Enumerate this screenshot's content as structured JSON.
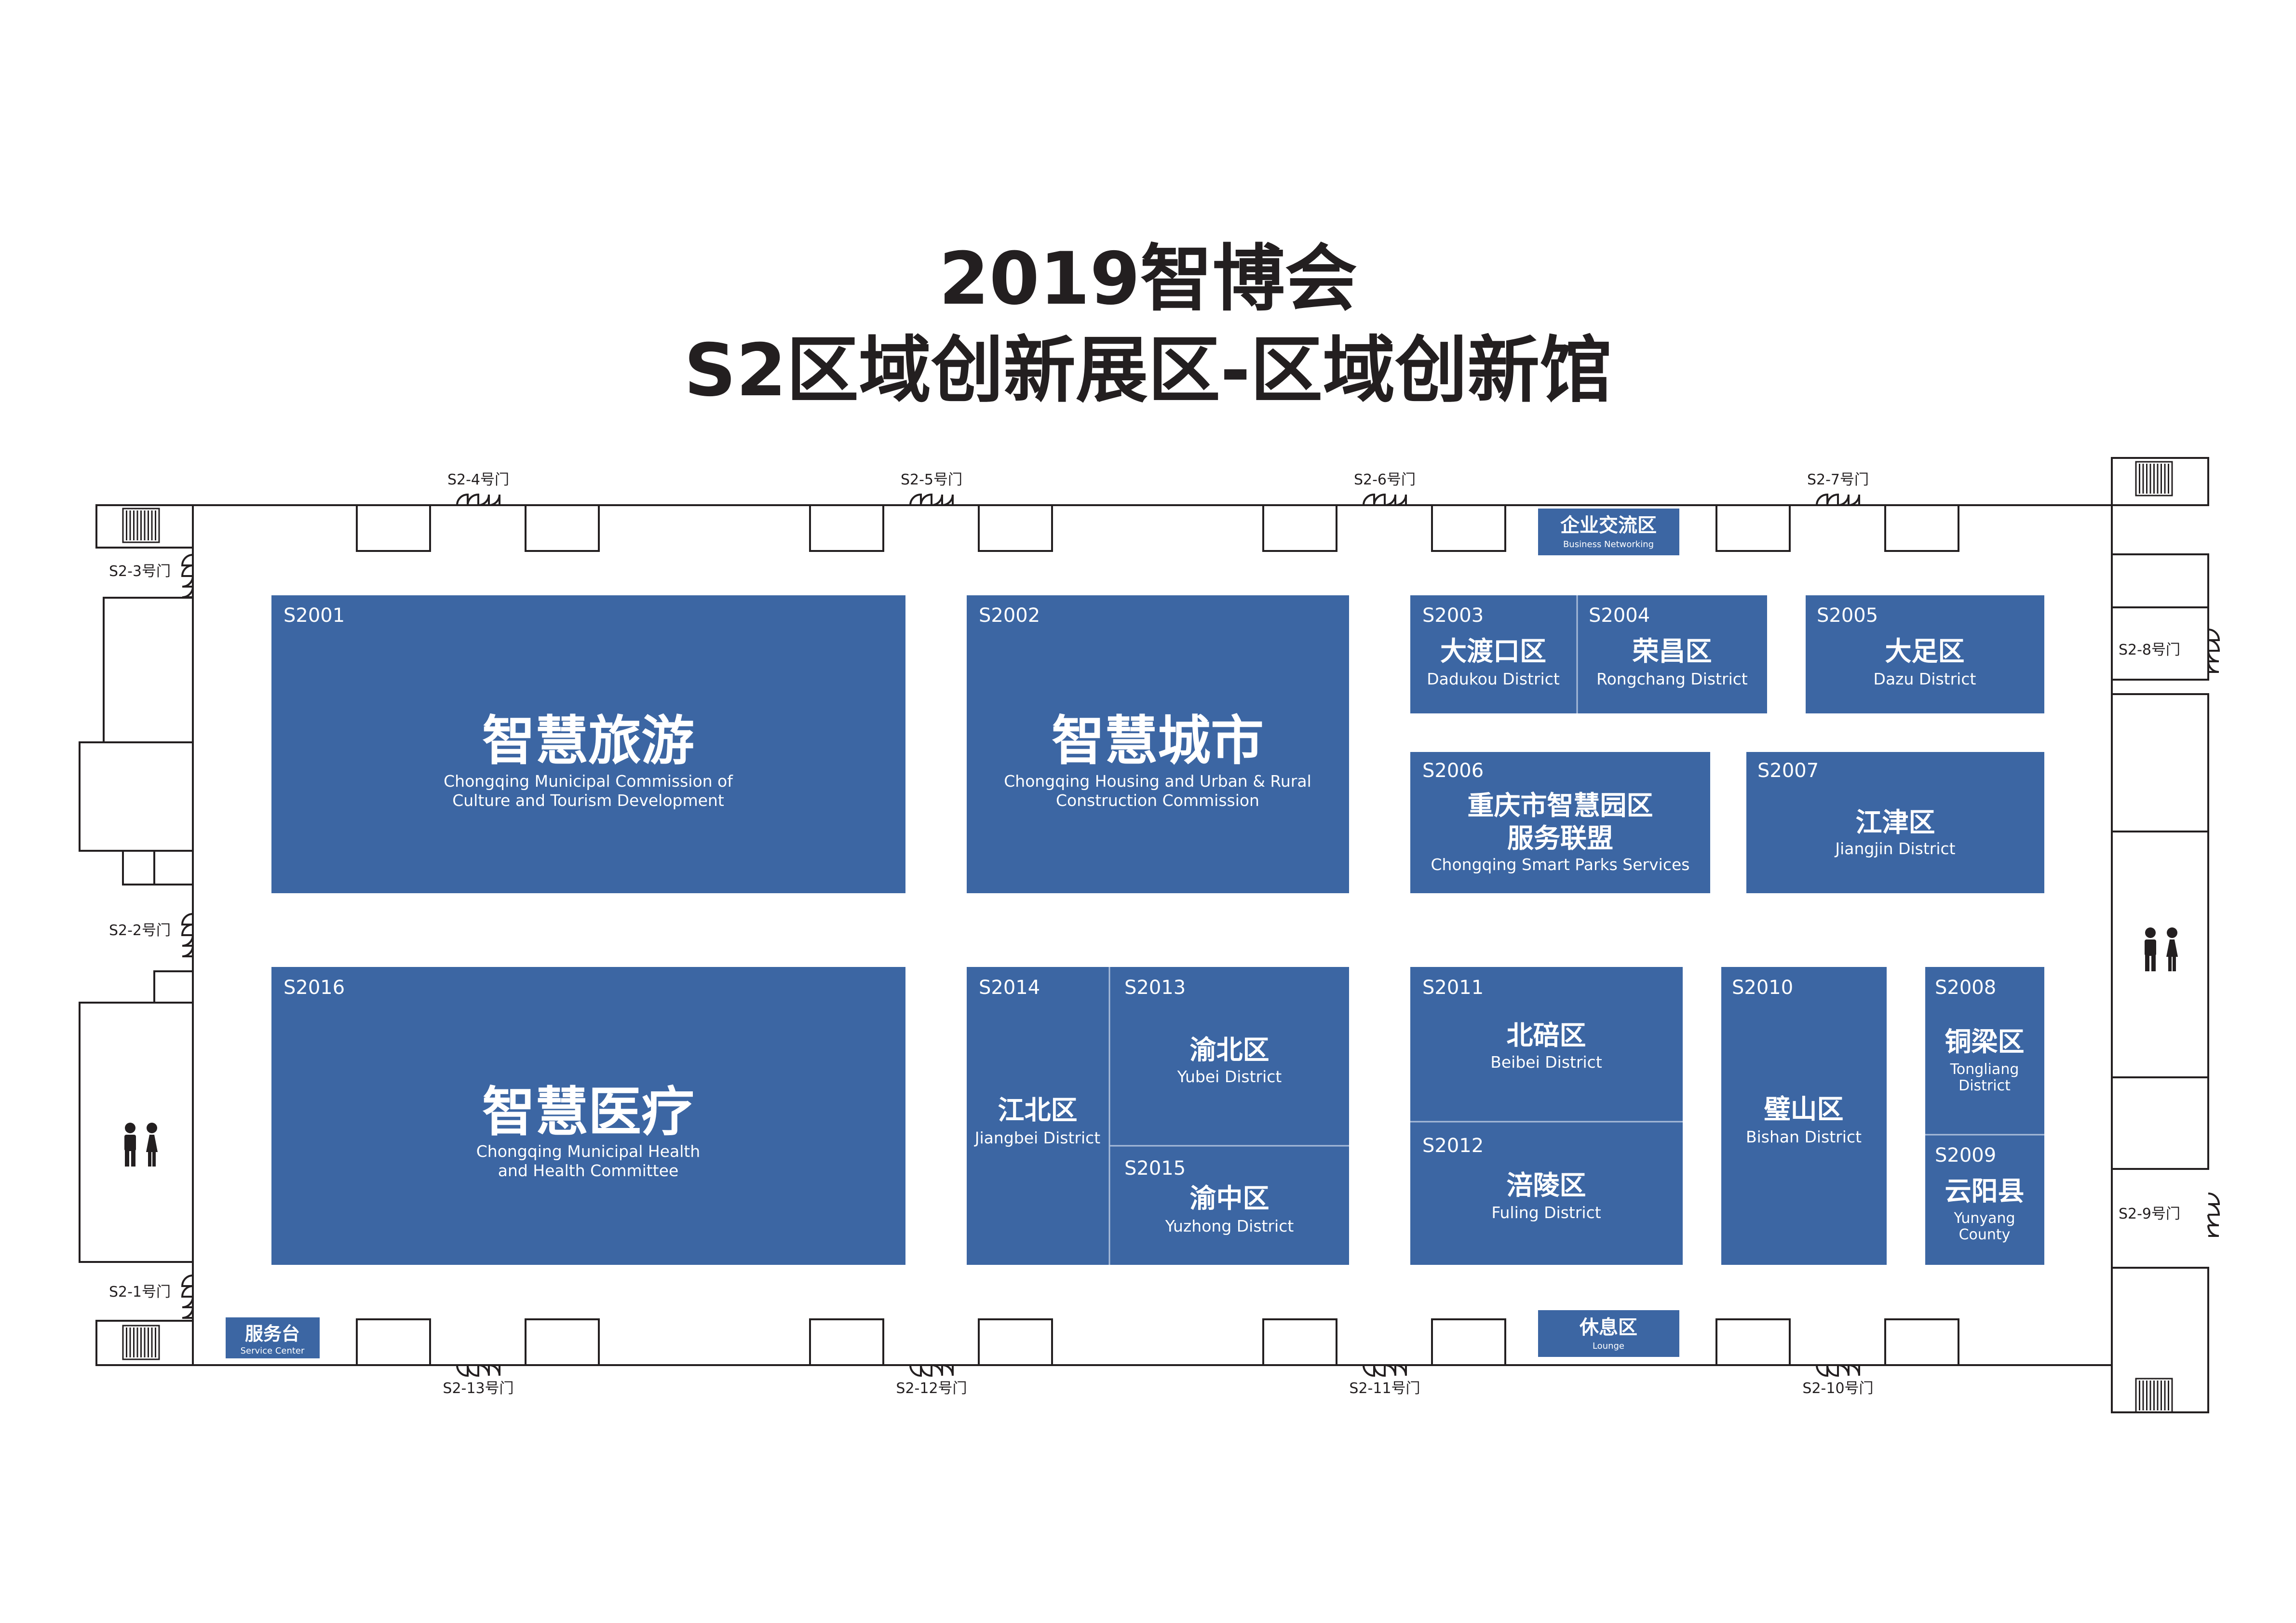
{
  "title": {
    "line1": "2019智博会",
    "line2": "S2区域创新展区-区域创新馆"
  },
  "colors": {
    "booth": "#3c66a3",
    "booth_divider": "#a9bcd9",
    "wall": "#231f20",
    "title": "#231f20",
    "text_on_booth": "#ffffff"
  },
  "booths": [
    {
      "key": "s2001",
      "code": "S2001",
      "name": "智慧旅游",
      "en": [
        "Chongqing Municipal Commission of",
        "Culture and Tourism Development"
      ]
    },
    {
      "key": "s2002",
      "code": "S2002",
      "name": "智慧城市",
      "en": [
        "Chongqing Housing and Urban & Rural",
        "Construction Commission"
      ]
    },
    {
      "key": "s2003",
      "code": "S2003",
      "name": "大渡口区",
      "en": [
        "Dadukou District"
      ]
    },
    {
      "key": "s2004",
      "code": "S2004",
      "name": "荣昌区",
      "en": [
        "Rongchang District"
      ]
    },
    {
      "key": "s2005",
      "code": "S2005",
      "name": "大足区",
      "en": [
        "Dazu District"
      ]
    },
    {
      "key": "s2006",
      "code": "S2006",
      "name": "重庆市智慧园区",
      "name2": "服务联盟",
      "en": [
        "Chongqing Smart Parks Services"
      ]
    },
    {
      "key": "s2007",
      "code": "S2007",
      "name": "江津区",
      "en": [
        "Jiangjin District"
      ]
    },
    {
      "key": "s2016",
      "code": "S2016",
      "name": "智慧医疗",
      "en": [
        "Chongqing Municipal Health",
        "and Health Committee"
      ]
    },
    {
      "key": "s2014",
      "code": "S2014",
      "name": "江北区",
      "en": [
        "Jiangbei District"
      ]
    },
    {
      "key": "s2013",
      "code": "S2013",
      "name": "渝北区",
      "en": [
        "Yubei District"
      ]
    },
    {
      "key": "s2015",
      "code": "S2015",
      "name": "渝中区",
      "en": [
        "Yuzhong District"
      ]
    },
    {
      "key": "s2011",
      "code": "S2011",
      "name": "北碚区",
      "en": [
        "Beibei District"
      ]
    },
    {
      "key": "s2012",
      "code": "S2012",
      "name": "涪陵区",
      "en": [
        "Fuling District"
      ]
    },
    {
      "key": "s2010",
      "code": "S2010",
      "name": "璧山区",
      "en": [
        "Bishan District"
      ]
    },
    {
      "key": "s2008",
      "code": "S2008",
      "name": "铜梁区",
      "en": [
        "Tongliang",
        "District"
      ]
    },
    {
      "key": "s2009",
      "code": "S2009",
      "name": "云阳县",
      "en": [
        "Yunyang",
        "County"
      ]
    }
  ],
  "facilities": [
    {
      "key": "business",
      "name": "企业交流区",
      "en": "Business Networking"
    },
    {
      "key": "lounge",
      "name": "休息区",
      "en": "Lounge"
    },
    {
      "key": "service",
      "name": "服务台",
      "en": "Service Center"
    }
  ],
  "gates": [
    {
      "key": "g1",
      "label": "S2-1号门"
    },
    {
      "key": "g2",
      "label": "S2-2号门"
    },
    {
      "key": "g3",
      "label": "S2-3号门"
    },
    {
      "key": "g4",
      "label": "S2-4号门"
    },
    {
      "key": "g5",
      "label": "S2-5号门"
    },
    {
      "key": "g6",
      "label": "S2-6号门"
    },
    {
      "key": "g7",
      "label": "S2-7号门"
    },
    {
      "key": "g8",
      "label": "S2-8号门"
    },
    {
      "key": "g9",
      "label": "S2-9号门"
    },
    {
      "key": "g10",
      "label": "S2-10号门"
    },
    {
      "key": "g11",
      "label": "S2-11号门"
    },
    {
      "key": "g12",
      "label": "S2-12号门"
    },
    {
      "key": "g13",
      "label": "S2-13号门"
    }
  ],
  "icons": {
    "restroom": "restroom-icon",
    "stairs": "stairs-icon",
    "door": "double-door-icon"
  }
}
